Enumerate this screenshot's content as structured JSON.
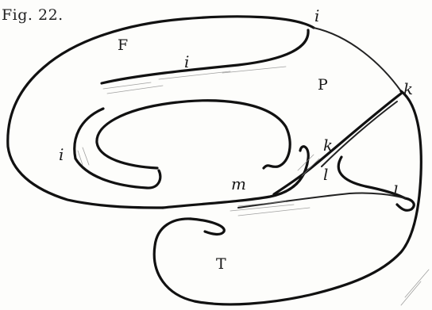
{
  "figure": {
    "caption": "Fig. 22.",
    "labels": {
      "F": "F",
      "P": "P",
      "T": "T",
      "i_top": "i",
      "i_mid": "i",
      "i_left": "i",
      "k_right": "k",
      "k_mid": "k",
      "l_mid": "l",
      "l_right": "l",
      "m": "m"
    },
    "line_color": "#111111",
    "paper_color": "#fdfdfb"
  }
}
